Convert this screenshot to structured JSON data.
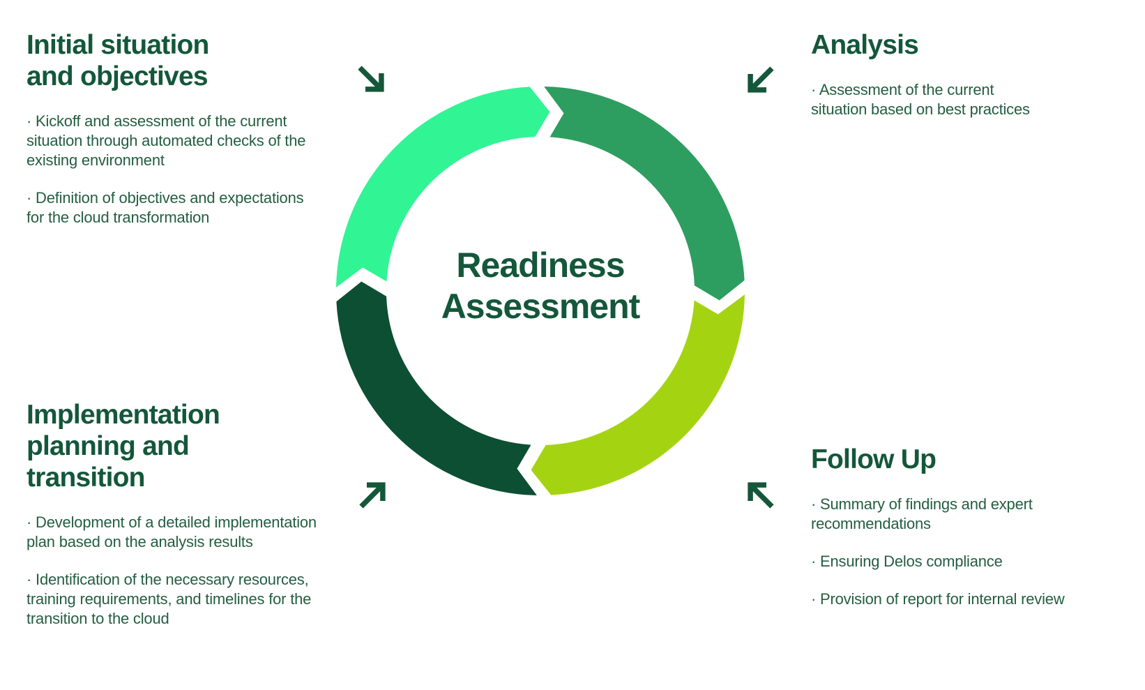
{
  "center": {
    "title": "Readiness\nAssessment"
  },
  "sections": {
    "top_left": {
      "heading": "Initial situation\nand objectives",
      "bullets": [
        "· Kickoff and assessment of the current\nsituation through automated checks of the\nexisting environment",
        "· Definition of objectives and expectations\nfor the cloud transformation"
      ]
    },
    "top_right": {
      "heading": "Analysis",
      "bullets": [
        "· Assessment of the current\nsituation based on best practices"
      ]
    },
    "bottom_left": {
      "heading": "Implementation\nplanning and\ntransition",
      "bullets": [
        "· Development of a detailed implementation\nplan based on the analysis results",
        "· Identification of the necessary resources,\ntraining requirements, and timelines for the\ntransition to the cloud"
      ]
    },
    "bottom_right": {
      "heading": "Follow Up",
      "bullets": [
        "· Summary of findings and expert\nrecommendations",
        "· Ensuring Delos compliance",
        "· Provision of report for internal review"
      ]
    }
  },
  "cycle": {
    "direction": "clockwise",
    "segments": [
      {
        "position": "top-left",
        "label_ref": "Initial situation and objectives",
        "color": "#31F495"
      },
      {
        "position": "top-right",
        "label_ref": "Analysis",
        "color": "#2D9E5F"
      },
      {
        "position": "bottom-right",
        "label_ref": "Follow Up",
        "color": "#A4D411"
      },
      {
        "position": "bottom-left",
        "label_ref": "Implementation planning and transition",
        "color": "#0D4F33"
      }
    ]
  },
  "colors": {
    "background": "#FFFFFF",
    "heading_text": "#14573A",
    "body_text": "#245E41",
    "center_text": "#14573A",
    "arrow": "#14573A",
    "segment_mint": "#31F495",
    "segment_green": "#2D9E5F",
    "segment_lime": "#A4D411",
    "segment_dark_green": "#0D4F33"
  }
}
